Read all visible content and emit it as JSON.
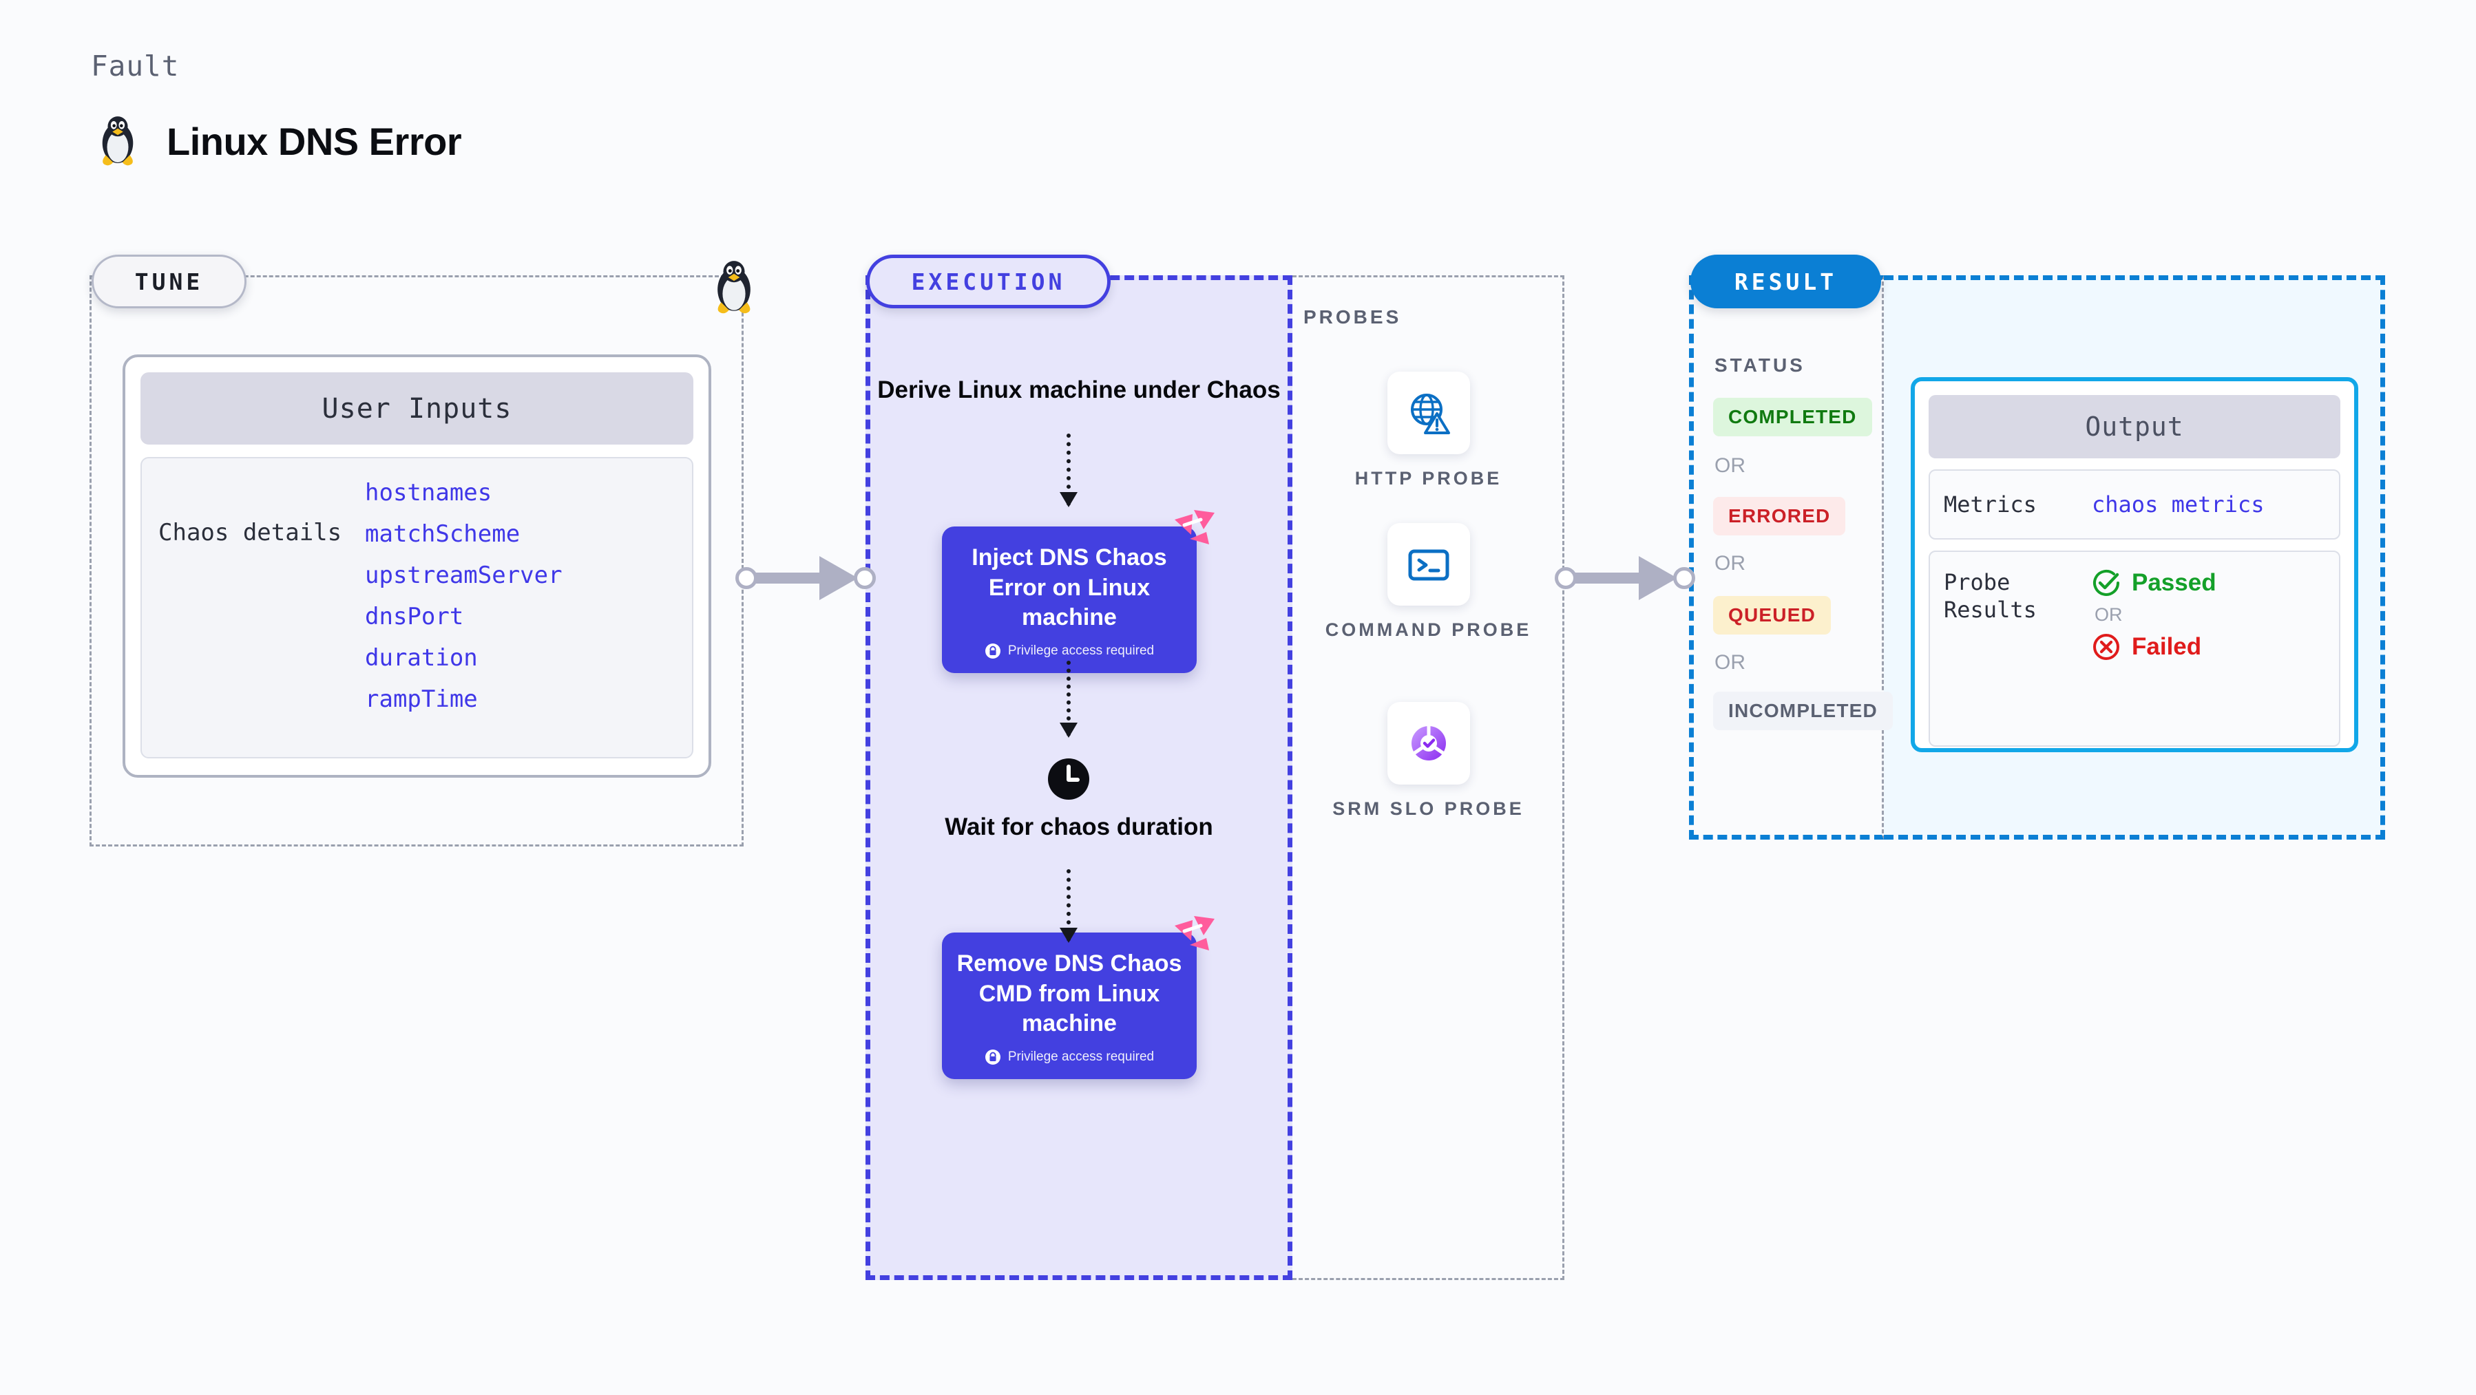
{
  "header": {
    "kicker": "Fault",
    "title": "Linux DNS Error",
    "icon": "tux-penguin-icon"
  },
  "tune": {
    "pill_label": "TUNE",
    "border_icon": "tux-penguin-icon",
    "card": {
      "header": "User Inputs",
      "section_label": "Chaos details",
      "params": [
        "hostnames",
        "matchScheme",
        "upstreamServer",
        "dnsPort",
        "duration",
        "rampTime"
      ]
    }
  },
  "execution": {
    "pill_label": "EXECUTION",
    "step_derive": "Derive Linux machine under Chaos",
    "node_inject": {
      "title": "Inject DNS Chaos Error on Linux machine",
      "privilege_note": "Privilege access required",
      "lock_icon": "lock-icon",
      "corner_icon": "harness-logo-icon"
    },
    "step_wait": "Wait for chaos duration",
    "wait_icon": "clock-icon",
    "node_remove": {
      "title": "Remove DNS Chaos CMD from Linux machine",
      "privilege_note": "Privilege access required",
      "lock_icon": "lock-icon",
      "corner_icon": "harness-logo-icon"
    }
  },
  "probes": {
    "title": "PROBES",
    "items": [
      {
        "label": "HTTP PROBE",
        "icon": "globe-warning-icon"
      },
      {
        "label": "COMMAND PROBE",
        "icon": "terminal-icon"
      },
      {
        "label": "SRM SLO PROBE",
        "icon": "slo-donut-check-icon"
      }
    ]
  },
  "result": {
    "pill_label": "RESULT",
    "status_title": "STATUS",
    "or_label": "OR",
    "statuses": [
      {
        "label": "COMPLETED",
        "bg": "#ddf6dd",
        "fg": "#107a10"
      },
      {
        "label": "ERRORED",
        "bg": "#fdeaea",
        "fg": "#cb2027"
      },
      {
        "label": "QUEUED",
        "bg": "#fcf0cd",
        "fg": "#cb2027"
      },
      {
        "label": "INCOMPLETED",
        "bg": "#f1f3f8",
        "fg": "#5b6172"
      }
    ],
    "output": {
      "header": "Output",
      "metrics_key": "Metrics",
      "metrics_value": "chaos metrics",
      "probe_results_key": "Probe Results",
      "passed_label": "Passed",
      "failed_label": "Failed",
      "or_label": "OR",
      "passed_icon": "check-circle-icon",
      "failed_icon": "x-circle-icon"
    }
  },
  "colors": {
    "accent_indigo": "#4340e0",
    "accent_blue": "#0b7fd4",
    "accent_cyan": "#12a7e8",
    "param_text": "#3f37e8",
    "pink_badge": "#ff5c9c",
    "muted": "#5b6172"
  }
}
